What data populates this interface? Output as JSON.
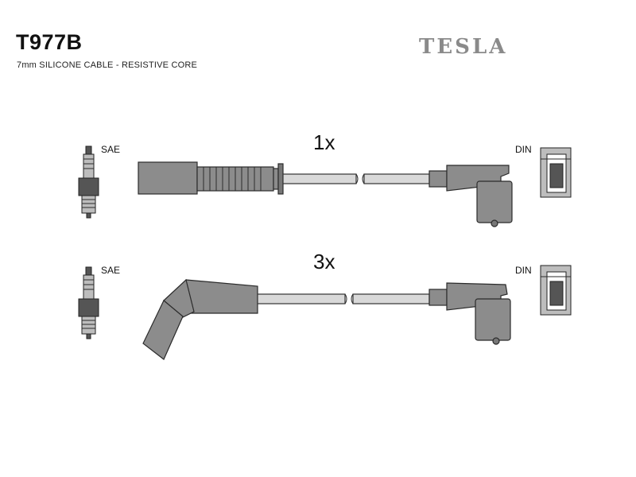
{
  "header": {
    "part_number": "T977B",
    "description": "7mm SILICONE CABLE - RESISTIVE CORE",
    "brand": "TESLA"
  },
  "leads": [
    {
      "quantity": "1x",
      "left_label": "SAE",
      "right_label": "DIN",
      "spark_end": "straight",
      "coil_end": "right-angle"
    },
    {
      "quantity": "3x",
      "left_label": "SAE",
      "right_label": "DIN",
      "spark_end": "angled",
      "coil_end": "right-angle"
    }
  ],
  "colors": {
    "boot": "#8c8c8c",
    "cable": "#d9d9d9",
    "brand": "#8a8a8a"
  }
}
